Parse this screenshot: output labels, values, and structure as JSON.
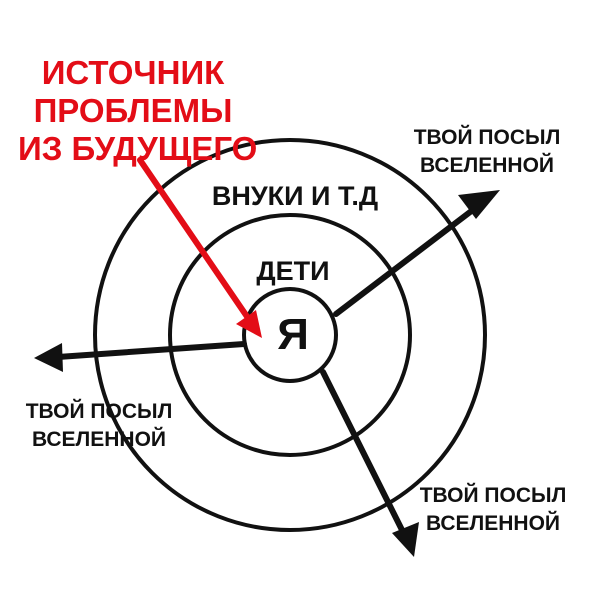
{
  "source_label": {
    "line1": "ИСТОЧНИК",
    "line2": "ПРОБЛЕМЫ",
    "line3": "ИЗ БУДУЩЕГО",
    "color": "#e30d17"
  },
  "rings": {
    "outer_label": "ВНУКИ И Т.Д",
    "middle_label": "ДЕТИ",
    "center_label": "Я"
  },
  "messages": {
    "top_right": {
      "line1": "ТВОЙ ПОСЫЛ",
      "line2": "ВСЕЛЕННОЙ"
    },
    "left": {
      "line1": "ТВОЙ ПОСЫЛ",
      "line2": "ВСЕЛЕННОЙ"
    },
    "bottom_right": {
      "line1": "ТВОЙ ПОСЫЛ",
      "line2": "ВСЕЛЕННОЙ"
    }
  },
  "colors": {
    "stroke": "#111111",
    "accent": "#e30d17"
  }
}
